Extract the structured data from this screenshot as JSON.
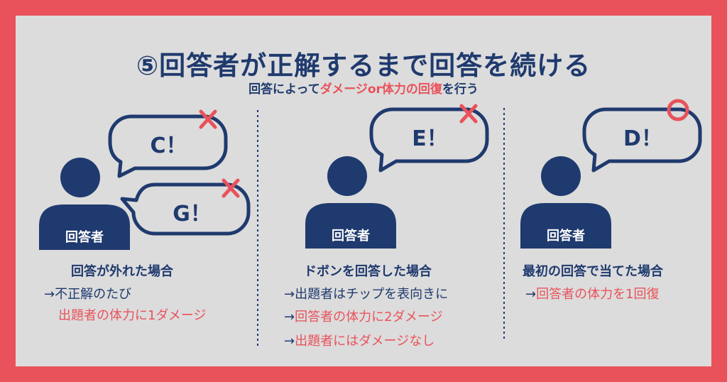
{
  "title": "⑤回答者が正解するまで回答を続ける",
  "subtitle": {
    "pre": "回答によって",
    "highlight": "ダメージor体力の回復",
    "post": "を行う"
  },
  "colors": {
    "navy": "#1f3a6e",
    "red": "#e9525b",
    "panel": "#dcdcdc"
  },
  "columns": [
    {
      "bubbles": [
        {
          "text": "C！",
          "mark": "cross"
        },
        {
          "text": "G！",
          "mark": "cross"
        }
      ],
      "person_label": "回答者",
      "heading": "回答が外れた場合",
      "lines": [
        {
          "text": "→不正解のたび",
          "color": "navy"
        },
        {
          "text": "出題者の体力に1ダメージ",
          "color": "red"
        }
      ]
    },
    {
      "bubbles": [
        {
          "text": "E！",
          "mark": "cross"
        }
      ],
      "person_label": "回答者",
      "heading": "ドボンを回答した場合",
      "lines": [
        {
          "arrow": "→",
          "text": "出題者はチップを表向きに",
          "color": "navy"
        },
        {
          "arrow": "→",
          "text": "回答者の体力に2ダメージ",
          "color": "red"
        },
        {
          "arrow": "→",
          "text": "出題者にはダメージなし",
          "color": "red"
        }
      ]
    },
    {
      "bubbles": [
        {
          "text": "D！",
          "mark": "circle"
        }
      ],
      "person_label": "回答者",
      "heading": "最初の回答で当てた場合",
      "lines": [
        {
          "arrow": "→",
          "text": "回答者の体力を1回復",
          "color": "red"
        }
      ]
    }
  ]
}
